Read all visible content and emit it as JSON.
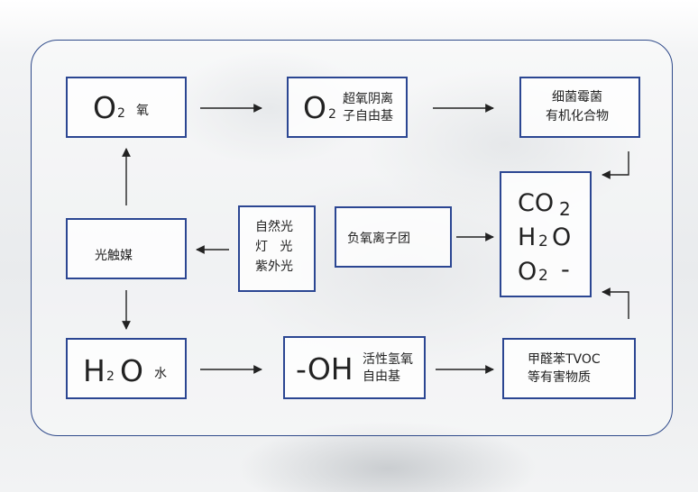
{
  "nodes": {
    "o2": {
      "sym": "O",
      "sub": "2",
      "label": "氧"
    },
    "superoxide": {
      "sym": "O",
      "sub": "2",
      "label_line1": "超氧阴离",
      "label_line2": "子自由基"
    },
    "organics": {
      "line1": "细菌霉菌",
      "line2": "有机化合物"
    },
    "products": {
      "co_sym": "CO",
      "co_sub": "2",
      "h_sym": "H",
      "h_sub": "2",
      "h_o": "O",
      "o_sym": "O",
      "o_sub": "2",
      "o_dash": "-"
    },
    "photocatalyst": {
      "label": "光触媒"
    },
    "light": {
      "line1": "自然光",
      "line2": "灯   光",
      "line3": "紫外光"
    },
    "negative_ion": {
      "label": "负氧离子团"
    },
    "h2o": {
      "h": "H",
      "sub": "2",
      "o": "O",
      "label": "水"
    },
    "oh": {
      "sym": "-OH",
      "label_line1": "活性氢氧",
      "label_line2": "自由基"
    },
    "pollutants": {
      "line1": "甲醛苯TVOC",
      "line2": "等有害物质"
    }
  }
}
